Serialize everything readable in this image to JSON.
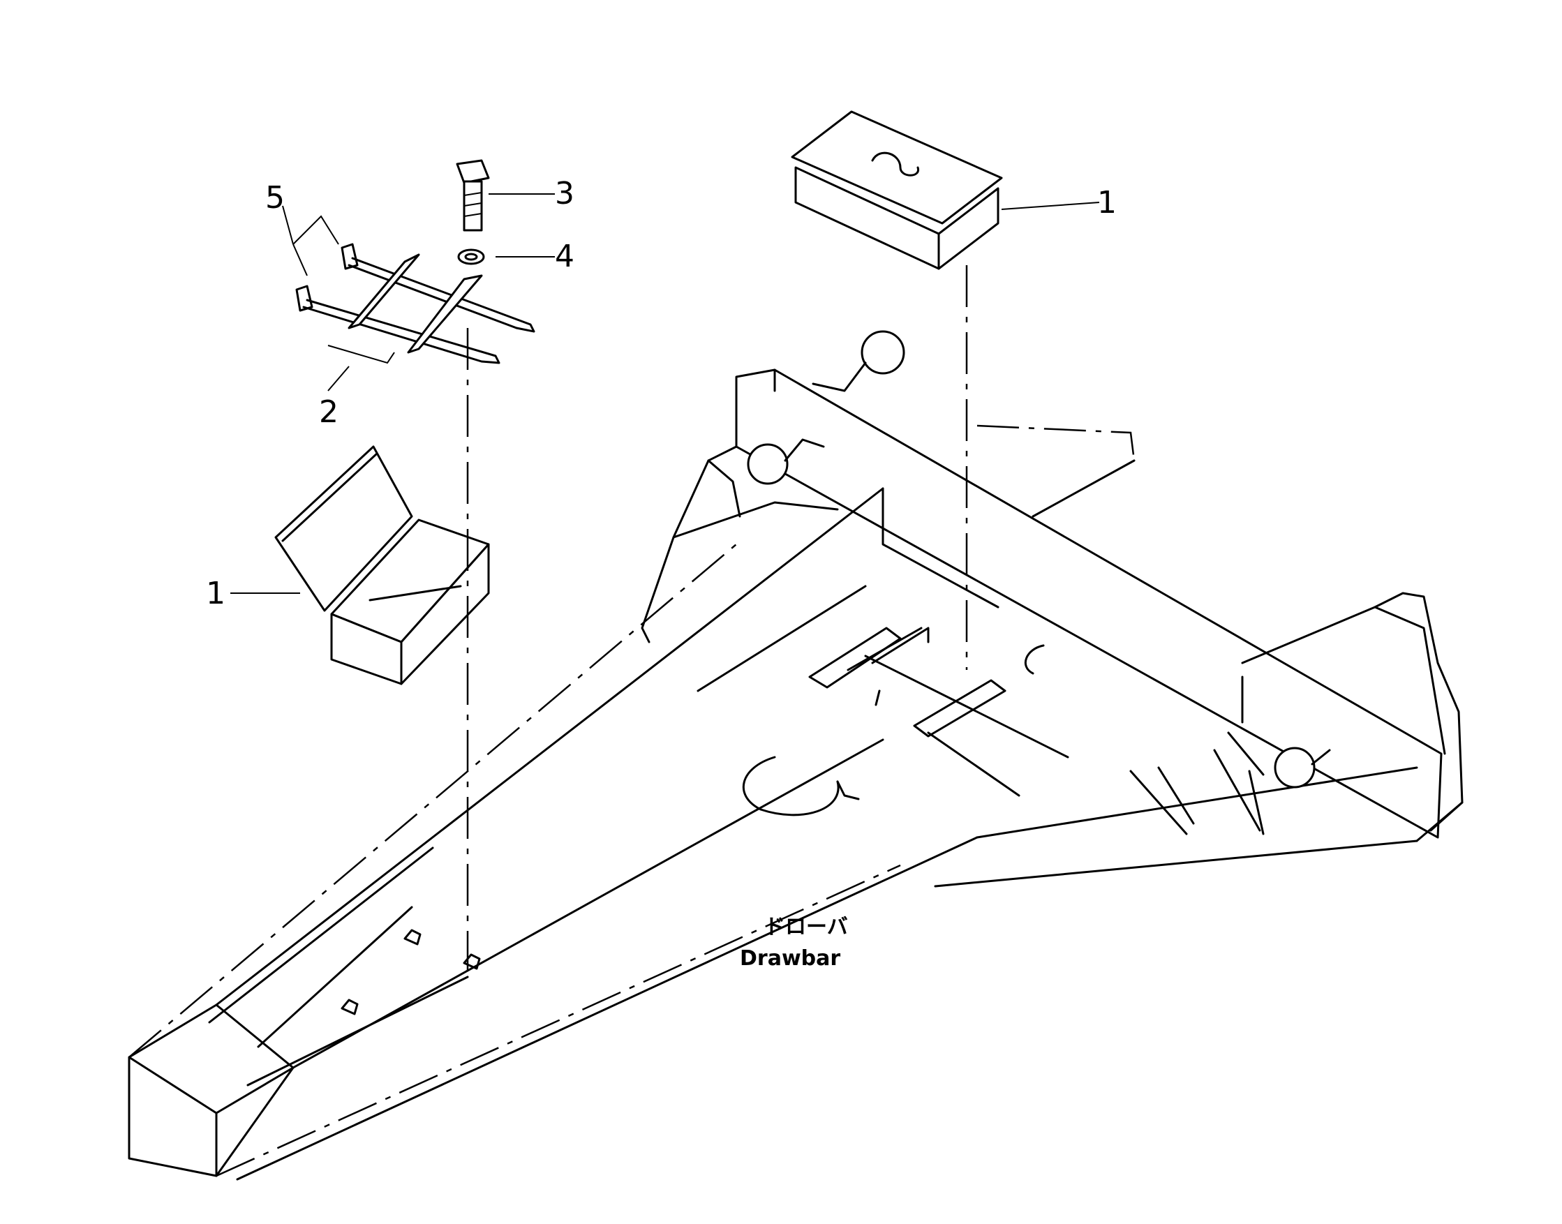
{
  "callouts": {
    "toolbox_closed": "1",
    "toolbox_open": "1",
    "bracket": "2",
    "bolt": "3",
    "washer": "4",
    "strap": "5"
  },
  "drawbar_label": {
    "jp": "ドローバ",
    "en": "Drawbar"
  }
}
